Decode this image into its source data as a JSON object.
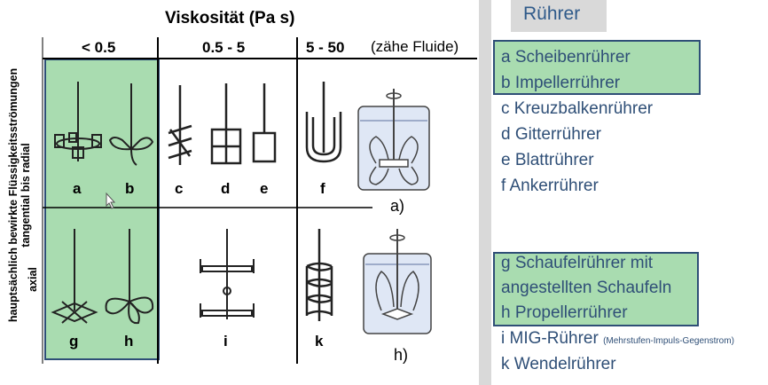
{
  "diagram": {
    "title": "Viskosität (Pa s)",
    "col_headers": [
      "< 0.5",
      "0.5 - 5",
      "5 - 50"
    ],
    "col_note": "(zähe Fluide)",
    "row_label": {
      "line1": "hauptsächlich bewirkte Flüssigkeitsströmungen",
      "line2": "tangential bis radial",
      "axial": "axial"
    },
    "stirrer_labels_row1": [
      "a",
      "b",
      "c",
      "d",
      "e",
      "f"
    ],
    "stirrer_labels_row2": [
      "g",
      "h",
      "i",
      "k"
    ],
    "vessel_label_row1": "a)",
    "vessel_label_row2": "h)"
  },
  "panel": {
    "title": "Rührer",
    "items": [
      {
        "text": "a Scheibenrührer"
      },
      {
        "text": "b Impellerrührer"
      },
      {
        "text": "c Kreuzbalkenrührer"
      },
      {
        "text": "d Gitterrührer"
      },
      {
        "text": "e Blattrührer"
      },
      {
        "text": "f Ankerrührer"
      },
      {
        "text": "g Schaufelrührer mit"
      },
      {
        "text": "angestellten Schaufeln"
      },
      {
        "text": "h Propellerrührer"
      },
      {
        "text": "i MIG-Rührer",
        "note": "(Mehrstufen-Impuls-Gegenstrom)"
      },
      {
        "text": "k Wendelrührer"
      }
    ]
  },
  "colors": {
    "highlight_fill": "#a9dcb0",
    "highlight_border": "#2f4f77",
    "text_blue": "#2f4f77"
  }
}
